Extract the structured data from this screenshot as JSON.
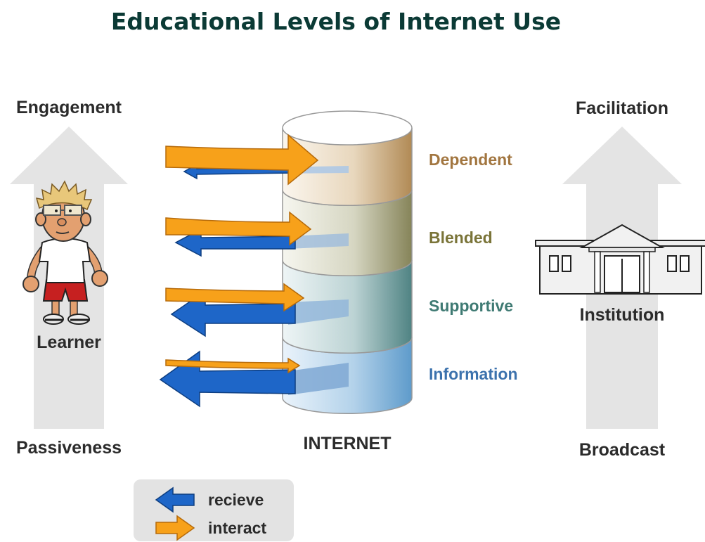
{
  "title": "Educational Levels of Internet Use",
  "left_axis": {
    "top": "Engagement",
    "bottom": "Passiveness",
    "figure": "Learner"
  },
  "right_axis": {
    "top": "Facilitation",
    "bottom": "Broadcast",
    "figure": "Institution"
  },
  "center": {
    "label": "INTERNET"
  },
  "levels": [
    {
      "name": "Dependent",
      "color": "#a27640"
    },
    {
      "name": "Blended",
      "color": "#7a7438"
    },
    {
      "name": "Supportive",
      "color": "#3f7a73"
    },
    {
      "name": "Information",
      "color": "#3c72ad"
    }
  ],
  "legend": {
    "receive": "recieve",
    "interact": "interact"
  },
  "colors": {
    "receive": "#1e66c8",
    "interact": "#f7a11a"
  },
  "icons": {
    "receive": "arrow-left-icon",
    "interact": "arrow-right-icon",
    "learner": "learner-cartoon-icon",
    "institution": "building-icon"
  }
}
